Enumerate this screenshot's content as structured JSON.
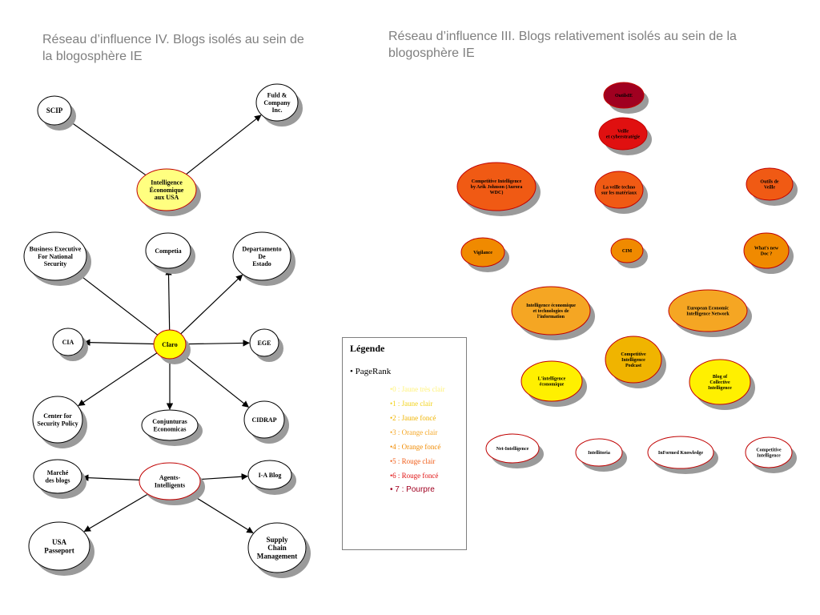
{
  "titles": {
    "left": "Réseau d’influence IV. Blogs isolés au sein de la blogosphère IE",
    "right": "Réseau d’influence III. Blogs relativement isolés au sein de la blogosphère IE"
  },
  "legend": {
    "title": "Légende",
    "subtitle": "• PageRank",
    "items": [
      {
        "label": "•0 : Jaune très clair",
        "color": "#fff27a"
      },
      {
        "label": "•1 : Jaune clair",
        "color": "#f2d21a"
      },
      {
        "label": "•2 : Jaune foncé",
        "color": "#f0b400"
      },
      {
        "label": "•3 : Orange clair",
        "color": "#f5a623"
      },
      {
        "label": "•4 : Orange foncé",
        "color": "#f08a00"
      },
      {
        "label": "•5 : Rouge clair",
        "color": "#f05a14"
      },
      {
        "label": "•6 : Rouge foncé",
        "color": "#e01010"
      },
      {
        "label": "• 7 : Pourpre",
        "color": "#a00020"
      }
    ]
  },
  "nodes": [
    {
      "id": "scip",
      "lines": [
        "SCIP"
      ],
      "fill": "#ffffff",
      "stroke": "#000000"
    },
    {
      "id": "fuld",
      "lines": [
        "Fuld &",
        "Company",
        "Inc."
      ],
      "fill": "#ffffff",
      "stroke": "#000000"
    },
    {
      "id": "ie-usa",
      "lines": [
        "Intelligence",
        "Économique",
        "aux USA"
      ],
      "fill": "#ffff80",
      "stroke": "#c00000"
    },
    {
      "id": "business-exec",
      "lines": [
        "Business Executive",
        "For National",
        "Security"
      ],
      "fill": "#ffffff",
      "stroke": "#000000"
    },
    {
      "id": "competia",
      "lines": [
        "Competia"
      ],
      "fill": "#ffffff",
      "stroke": "#000000"
    },
    {
      "id": "departamento",
      "lines": [
        "Departamento",
        "De",
        "Estado"
      ],
      "fill": "#ffffff",
      "stroke": "#000000"
    },
    {
      "id": "cia",
      "lines": [
        "CIA"
      ],
      "fill": "#ffffff",
      "stroke": "#000000"
    },
    {
      "id": "claro",
      "lines": [
        "Claro"
      ],
      "fill": "#ffff00",
      "stroke": "#c00000"
    },
    {
      "id": "ege",
      "lines": [
        "EGE"
      ],
      "fill": "#ffffff",
      "stroke": "#000000"
    },
    {
      "id": "center-security",
      "lines": [
        "Center for",
        "Security Policy"
      ],
      "fill": "#ffffff",
      "stroke": "#000000"
    },
    {
      "id": "conjunturas",
      "lines": [
        "Conjunturas",
        "Economicas"
      ],
      "fill": "#ffffff",
      "stroke": "#000000"
    },
    {
      "id": "cidrap",
      "lines": [
        "CIDRAP"
      ],
      "fill": "#ffffff",
      "stroke": "#000000"
    },
    {
      "id": "marche",
      "lines": [
        "Marché",
        "des blogs"
      ],
      "fill": "#ffffff",
      "stroke": "#000000"
    },
    {
      "id": "agents",
      "lines": [
        "Agents-",
        "Intelligents"
      ],
      "fill": "#ffffff",
      "stroke": "#c00000"
    },
    {
      "id": "ia-blog",
      "lines": [
        "I-A Blog"
      ],
      "fill": "#ffffff",
      "stroke": "#000000"
    },
    {
      "id": "usa-passeport",
      "lines": [
        "USA",
        "Passeport"
      ],
      "fill": "#ffffff",
      "stroke": "#000000"
    },
    {
      "id": "supply-chain",
      "lines": [
        "Supply",
        "Chain",
        "Management"
      ],
      "fill": "#ffffff",
      "stroke": "#000000"
    },
    {
      "id": "outilsie",
      "lines": [
        "OutilsIE"
      ],
      "fill": "#a00020",
      "stroke": "#c00000"
    },
    {
      "id": "veille-cyber",
      "lines": [
        "Veille",
        "et cyberstratégie"
      ],
      "fill": "#e01010",
      "stroke": "#c00000"
    },
    {
      "id": "ci-arik",
      "lines": [
        "Competitive Intelligence",
        "by Arik Johnson (Aurora",
        "WDC)"
      ],
      "fill": "#f05a14",
      "stroke": "#c00000"
    },
    {
      "id": "veille-techno",
      "lines": [
        "La veille techno",
        "sur les matériaux"
      ],
      "fill": "#f05a14",
      "stroke": "#c00000"
    },
    {
      "id": "outils-veille",
      "lines": [
        "Outils de",
        "Veille"
      ],
      "fill": "#f05a14",
      "stroke": "#c00000"
    },
    {
      "id": "vigilance",
      "lines": [
        "Vigilance"
      ],
      "fill": "#f08a00",
      "stroke": "#c00000"
    },
    {
      "id": "cim",
      "lines": [
        "CIM"
      ],
      "fill": "#f08a00",
      "stroke": "#c00000"
    },
    {
      "id": "whats-new",
      "lines": [
        "What's new",
        "Doc ?"
      ],
      "fill": "#f08a00",
      "stroke": "#c00000"
    },
    {
      "id": "ie-technologies",
      "lines": [
        "Intelligence économique",
        "et technologies de",
        "l'information"
      ],
      "fill": "#f5a623",
      "stroke": "#c00000"
    },
    {
      "id": "eein",
      "lines": [
        "European Economic",
        "Intelligence Network"
      ],
      "fill": "#f5a623",
      "stroke": "#c00000"
    },
    {
      "id": "ci-podcast",
      "lines": [
        "Competitive",
        "Intelligence",
        "Podcast"
      ],
      "fill": "#f0b400",
      "stroke": "#c00000"
    },
    {
      "id": "lintelligence-eco",
      "lines": [
        "L'intelligence",
        "économique"
      ],
      "fill": "#fff000",
      "stroke": "#c00000"
    },
    {
      "id": "blog-collective",
      "lines": [
        "Blog of",
        "Collective",
        "Intelligence"
      ],
      "fill": "#fff000",
      "stroke": "#c00000"
    },
    {
      "id": "net-intelligence",
      "lines": [
        "Net-Intelligence"
      ],
      "fill": "#ffffff",
      "stroke": "#c00000"
    },
    {
      "id": "intellitoria",
      "lines": [
        "Intellitoria"
      ],
      "fill": "#ffffff",
      "stroke": "#c00000"
    },
    {
      "id": "informed-knowledge",
      "lines": [
        "InFormed Knowledge"
      ],
      "fill": "#ffffff",
      "stroke": "#c00000"
    },
    {
      "id": "competitive-intelligence",
      "lines": [
        "Competitive",
        "Intelligence"
      ],
      "fill": "#ffffff",
      "stroke": "#c00000"
    }
  ],
  "edges": [
    {
      "from": "ie-usa",
      "to": "scip"
    },
    {
      "from": "ie-usa",
      "to": "fuld"
    },
    {
      "from": "claro",
      "to": "business-exec"
    },
    {
      "from": "claro",
      "to": "competia"
    },
    {
      "from": "claro",
      "to": "departamento"
    },
    {
      "from": "claro",
      "to": "cia"
    },
    {
      "from": "claro",
      "to": "ege"
    },
    {
      "from": "claro",
      "to": "center-security"
    },
    {
      "from": "claro",
      "to": "conjunturas"
    },
    {
      "from": "claro",
      "to": "cidrap"
    },
    {
      "from": "agents",
      "to": "marche"
    },
    {
      "from": "agents",
      "to": "ia-blog"
    },
    {
      "from": "agents",
      "to": "usa-passeport"
    },
    {
      "from": "agents",
      "to": "supply-chain"
    }
  ]
}
